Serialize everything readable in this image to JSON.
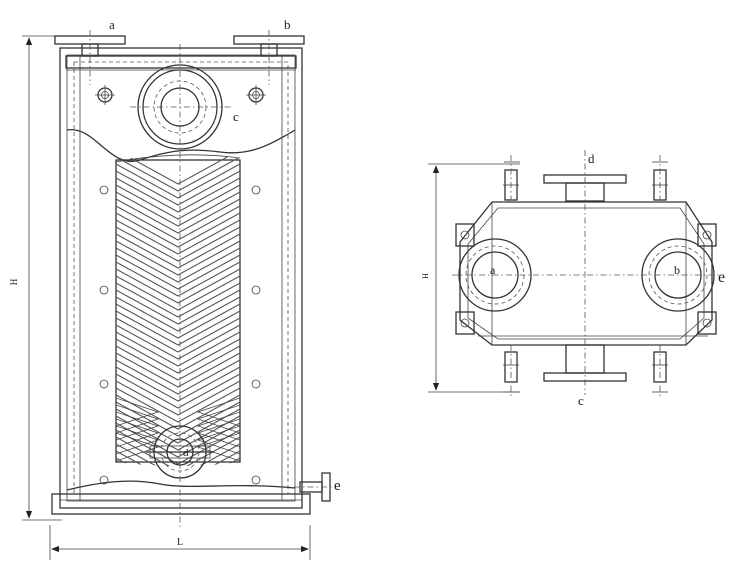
{
  "front_view": {
    "labels": {
      "a": "a",
      "b": "b",
      "c": "c",
      "d": "d",
      "e": "e"
    },
    "dim_height": "H",
    "dim_width": "L"
  },
  "side_view": {
    "labels": {
      "a": "a",
      "b": "b",
      "c": "c",
      "d": "d",
      "e": "e"
    },
    "dim_height": "H"
  },
  "colors": {
    "line": "#333333",
    "background": "#ffffff"
  }
}
